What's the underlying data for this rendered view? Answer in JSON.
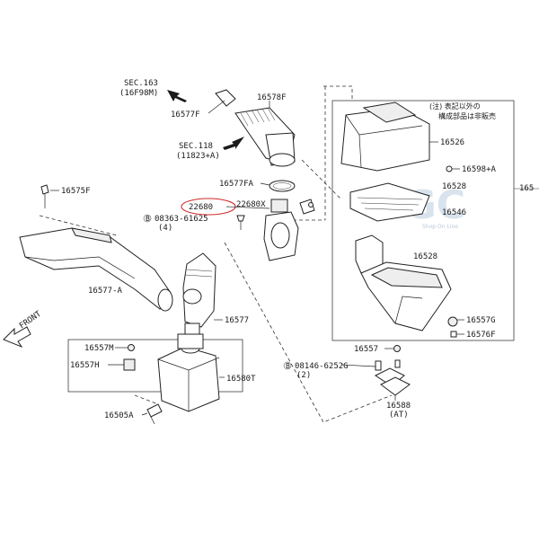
{
  "labels": {
    "sec163": "SEC.163",
    "sec163_ref": "(16F98M)",
    "sec118": "SEC.118",
    "sec118_ref": "(11823+A)",
    "p16578f": "16578F",
    "p16577f": "16577F",
    "p16577fa": "16577FA",
    "p22680": "22680",
    "p22680x": "22680X",
    "bolt_08363": "08363-61625",
    "bolt_08363_qty": "(4)",
    "p16575f": "16575F",
    "p16577a": "16577-A",
    "p16577": "16577",
    "front": "FRONT",
    "p16557m": "16557M",
    "p16557h": "16557H",
    "p16580t": "16580T",
    "p16505a": "16505A",
    "bolt_08146": "08146-6252G",
    "bolt_08146_qty": "(2)",
    "p16557": "16557",
    "p16588": "16588",
    "p16588_note": "(AT)",
    "p16526": "16526",
    "p16598a": "16598+A",
    "p16528a": "16528",
    "p16546": "16546",
    "p16528b": "16528",
    "p16557g": "16557G",
    "p16576f": "16576F",
    "p165_edge": "165",
    "note_line1": "(注) 表記以外の",
    "note_line2": "構成部品は非販売",
    "watermark": "SGC",
    "watermark_sub": "Shop On Line"
  },
  "colors": {
    "highlight": "#d12a2a",
    "ink": "#222222",
    "watermark": "#d9e3ee"
  },
  "icons": [
    "arrow-icon",
    "bolt-icon",
    "clip-icon",
    "front-arrow-icon"
  ]
}
